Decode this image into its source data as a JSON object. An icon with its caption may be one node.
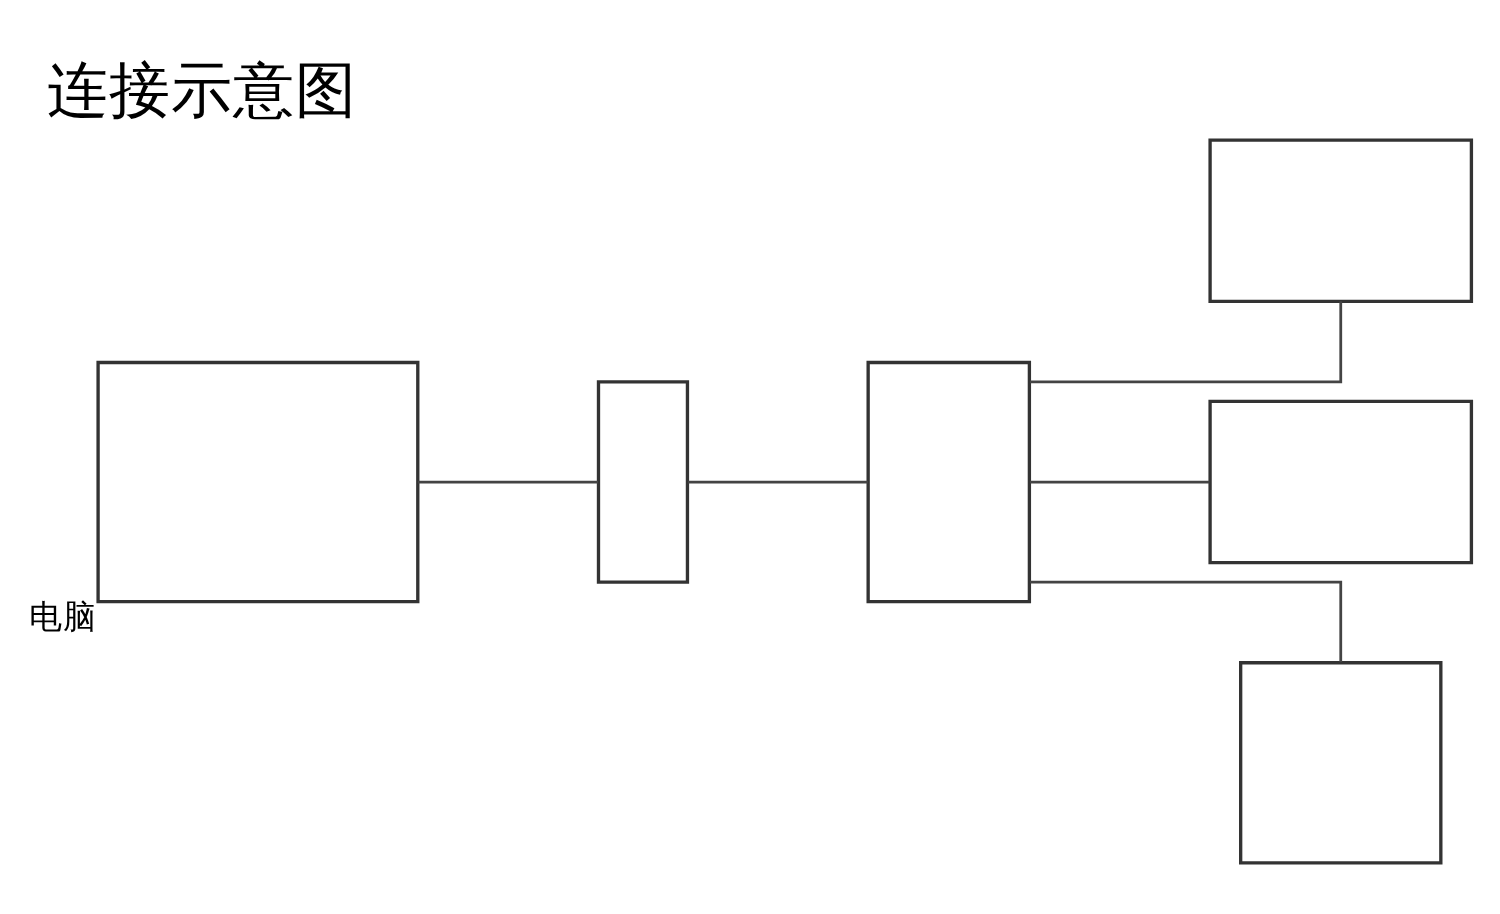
{
  "diagram": {
    "title": "连接示意图",
    "nodes": [
      {
        "text": [],
        "shape": "box",
        "beside": [
          "电脑"
        ]
      },
      {
        "text": [],
        "shape": "box"
      },
      {
        "text": [],
        "shape": "box"
      },
      {
        "text": [],
        "shape": "box"
      },
      {
        "text": [],
        "shape": "box"
      },
      {
        "text": [],
        "shape": "box"
      }
    ],
    "edges": [
      {
        "from": 0,
        "to": 1,
        "arrow": "none"
      },
      {
        "from": 1,
        "to": 2,
        "arrow": "none"
      },
      {
        "from": 2,
        "to": 3,
        "arrow": "none"
      },
      {
        "from": 2,
        "to": 4,
        "arrow": "none"
      },
      {
        "from": 2,
        "to": 5,
        "arrow": "none"
      }
    ]
  }
}
